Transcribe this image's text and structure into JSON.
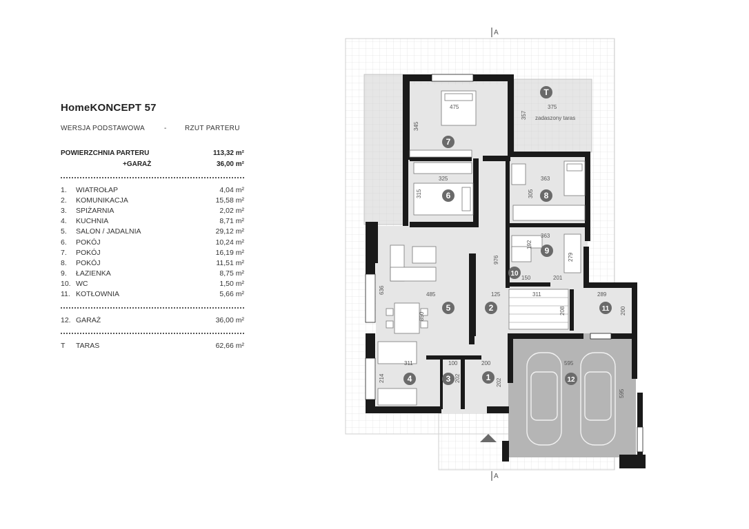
{
  "legend": {
    "title": "HomeKONCEPT 57",
    "version": "WERSJA  PODSTAWOWA",
    "dash": "-",
    "plan": "RZUT PARTERU",
    "ground_label": "POWIERZCHNIA PARTERU",
    "ground_value": "113,32 m²",
    "garage_label": "+GARAŻ",
    "garage_value": "36,00 m²",
    "rooms": [
      {
        "n": "1.",
        "name": "WIATROŁAP",
        "area": "4,04 m²"
      },
      {
        "n": "2.",
        "name": "KOMUNIKACJA",
        "area": "15,58 m²"
      },
      {
        "n": "3.",
        "name": "SPIŻARNIA",
        "area": "2,02 m²"
      },
      {
        "n": "4.",
        "name": "KUCHNIA",
        "area": "8,71 m²"
      },
      {
        "n": "5.",
        "name": "SALON / JADALNIA",
        "area": "29,12 m²"
      },
      {
        "n": "6.",
        "name": "POKÓJ",
        "area": "10,24 m²"
      },
      {
        "n": "7.",
        "name": "POKÓJ",
        "area": "16,19 m²"
      },
      {
        "n": "8.",
        "name": "POKÓJ",
        "area": "11,51 m²"
      },
      {
        "n": "9.",
        "name": "ŁAZIENKA",
        "area": "8,75 m²"
      },
      {
        "n": "10.",
        "name": "WC",
        "area": "1,50 m²"
      },
      {
        "n": "11.",
        "name": "KOTŁOWNIA",
        "area": "5,66 m²"
      }
    ],
    "garage_row": {
      "n": "12.",
      "name": "GARAŻ",
      "area": "36,00 m²"
    },
    "terrace_row": {
      "n": "T",
      "name": "TARAS",
      "area": "62,66 m²"
    }
  },
  "plan": {
    "section_marker": "A",
    "terrace_label": "zadaszony taras",
    "room_numbers": [
      "1",
      "2",
      "3",
      "4",
      "5",
      "6",
      "7",
      "8",
      "9",
      "10",
      "11",
      "12",
      "T"
    ],
    "dimensions": [
      "475",
      "345",
      "357",
      "375",
      "325",
      "315",
      "363",
      "305",
      "363",
      "192",
      "279",
      "976",
      "150",
      "201",
      "485",
      "125",
      "636",
      "311",
      "208",
      "289",
      "200",
      "850",
      "311",
      "100",
      "200",
      "202",
      "202",
      "214",
      "595",
      "595"
    ],
    "colors": {
      "floor": "#e6e6e6",
      "garage": "#b5b5b5",
      "wall": "#1a1a1a",
      "marker": "#6a6a6a"
    }
  }
}
